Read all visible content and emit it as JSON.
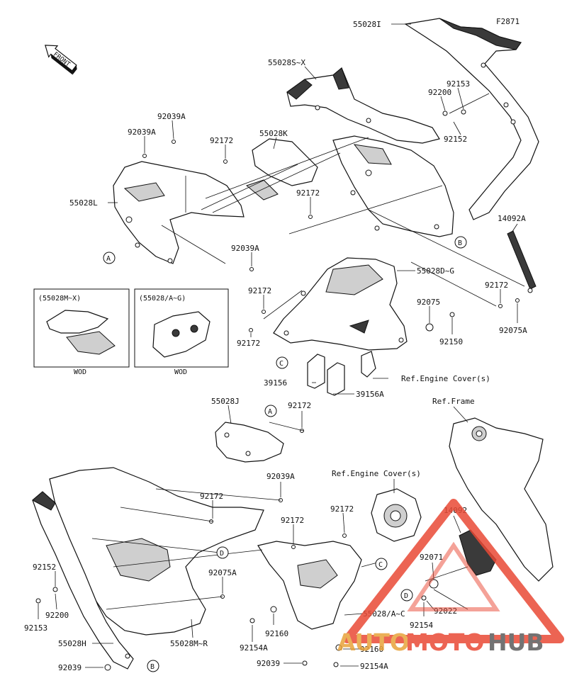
{
  "figure_code": "F2871",
  "front_label": "FRONT",
  "ref_labels": {
    "engine_cover_1": "Ref.Engine Cover(s)",
    "engine_cover_2": "Ref.Engine Cover(s)",
    "frame": "Ref.Frame"
  },
  "insets": {
    "left_title": "(55028M~X)",
    "left_caption": "WOD",
    "right_title": "(55028/A~G)",
    "right_caption": "WOD"
  },
  "callouts": {
    "A1": "A",
    "A2": "A",
    "B1": "B",
    "B2": "B",
    "C1": "C",
    "C2": "C",
    "D1": "D",
    "D2": "D"
  },
  "part_labels": {
    "p55028I": "55028I",
    "p55028SX": "55028S~X",
    "p92153_top": "92153",
    "p92200_top": "92200",
    "p92152_top": "92152",
    "p92039A_1": "92039A",
    "p92039A_2": "92039A",
    "p92172_1": "92172",
    "p55028K": "55028K",
    "p55028L": "55028L",
    "p92172_2": "92172",
    "p14092A": "14092A",
    "p92039A_3": "92039A",
    "p55028DG": "55028D~G",
    "p92172_3": "92172",
    "p92075": "92075",
    "p92172_4": "92172",
    "p92150": "92150",
    "p92075A_1": "92075A",
    "p92172_5": "92172",
    "p39156": "39156",
    "p39156A": "39156A",
    "p55028J": "55028J",
    "p92172_6": "92172",
    "p92039A_4": "92039A",
    "p92172_7": "92172",
    "p92172_8": "92172",
    "p14092": "14092",
    "p92075A_2": "92075A",
    "p92071": "92071",
    "p92152_bot": "92152",
    "p92200_bot": "92200",
    "p92153_bot": "92153",
    "p92022": "92022",
    "p55028AC": "55028/A~C",
    "p92154": "92154",
    "p92160_1": "92160",
    "p55028H": "55028H",
    "p55028MR": "55028M~R",
    "p92154A_1": "92154A",
    "p92160_2": "92160",
    "p92039": "92039",
    "p92154A_2": "92154A"
  },
  "watermark": {
    "word_auto": "AUTO",
    "word_moto": "MOTO",
    "word_hub": "HUB",
    "color_auto": "#e8a33a",
    "color_moto": "#e94a36",
    "color_hub": "#5b5b5b",
    "triangle_color": "#e94a36"
  }
}
